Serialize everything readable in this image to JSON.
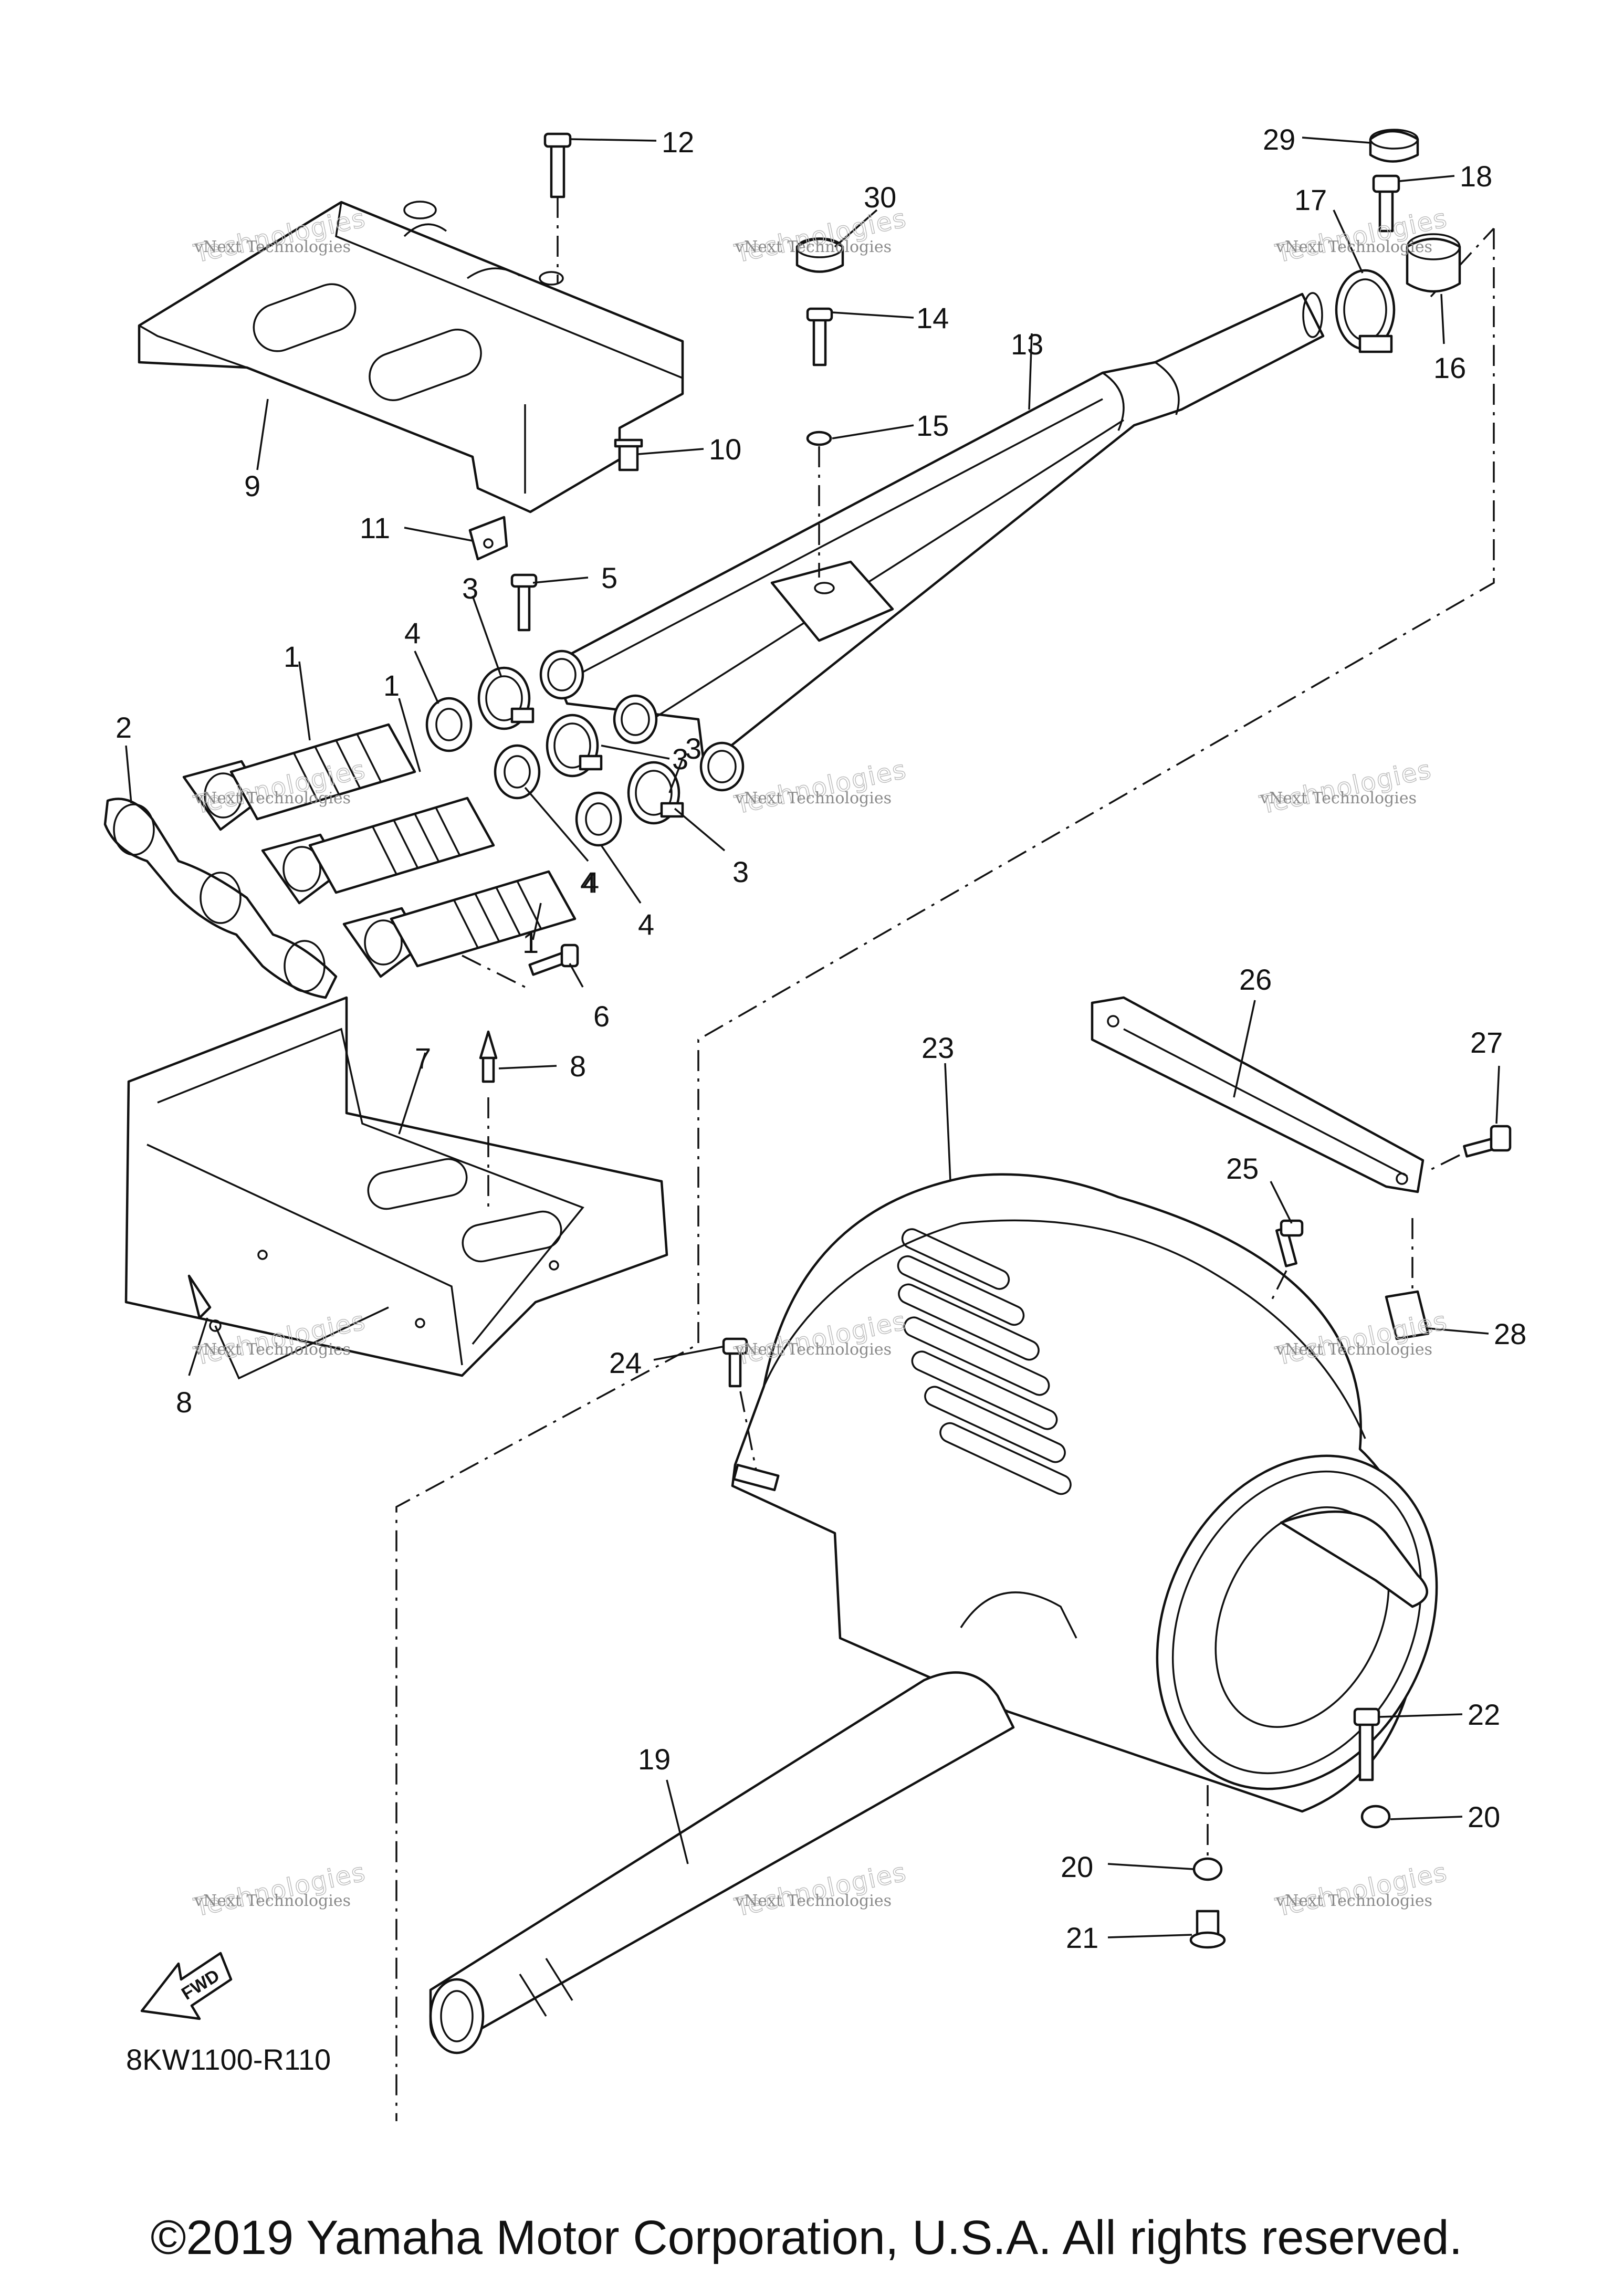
{
  "labels": [
    "1",
    "1",
    "1",
    "2",
    "3",
    "3",
    "3",
    "3",
    "4",
    "4",
    "4",
    "4",
    "5",
    "6",
    "7",
    "8",
    "8",
    "9",
    "10",
    "11",
    "12",
    "13",
    "14",
    "15",
    "16",
    "17",
    "18",
    "29",
    "30",
    "19",
    "20",
    "20",
    "21",
    "22",
    "23",
    "24",
    "25",
    "26",
    "27",
    "28"
  ],
  "watermark": {
    "line1": "vNext Technologies",
    "line2": "Technologies"
  },
  "fwd_label": "FWD",
  "diagram_code": "8KW1100-R110",
  "copyright": "©2019 Yamaha Motor Corporation, U.S.A. All rights reserved."
}
